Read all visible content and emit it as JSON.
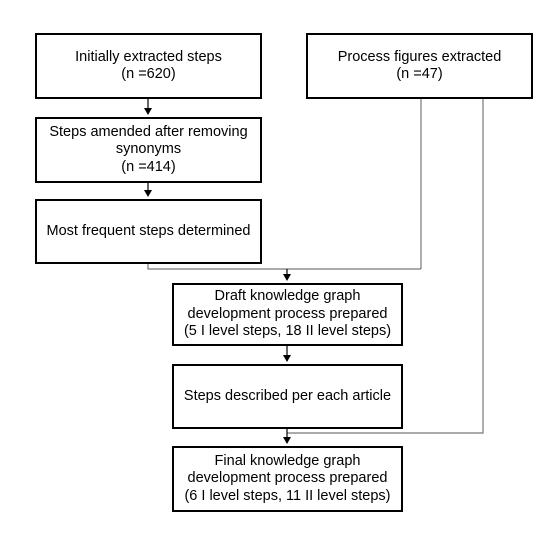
{
  "boxes": {
    "initial": {
      "line1": "Initially extracted steps",
      "line2": "(n =620)"
    },
    "figures": {
      "line1": "Process figures extracted",
      "line2": "(n =47)"
    },
    "amended": {
      "line1": "Steps amended after removing",
      "line2": "synonyms",
      "line3": "(n =414)"
    },
    "frequent": {
      "line1": "Most frequent steps determined"
    },
    "draft": {
      "line1": "Draft knowledge graph",
      "line2": "development process prepared",
      "line3": "(5 I level steps, 18 II level steps)"
    },
    "perarticle": {
      "line1": "Steps described per each article"
    },
    "final": {
      "line1": "Final knowledge graph",
      "line2": "development process prepared",
      "line3": "(6 I level steps, 11 II level steps)"
    }
  },
  "colors": {
    "stroke": "#000000",
    "connector": "#777777",
    "background": "#ffffff"
  }
}
